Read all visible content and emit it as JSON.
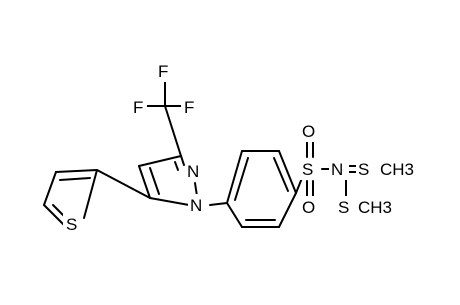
{
  "atoms": {
    "f_top": "F",
    "f_left": "F",
    "f_right": "F",
    "n_ring_upper": "N",
    "n_ring_lower": "N",
    "s_thiophene": "S",
    "s_sulfonyl": "S",
    "o_upper": "O",
    "o_lower": "O",
    "n_imine": "N",
    "s_methylthio_1": "S",
    "ch3_1": "CH3",
    "s_methylthio_2": "S",
    "ch3_2": "CH3"
  }
}
